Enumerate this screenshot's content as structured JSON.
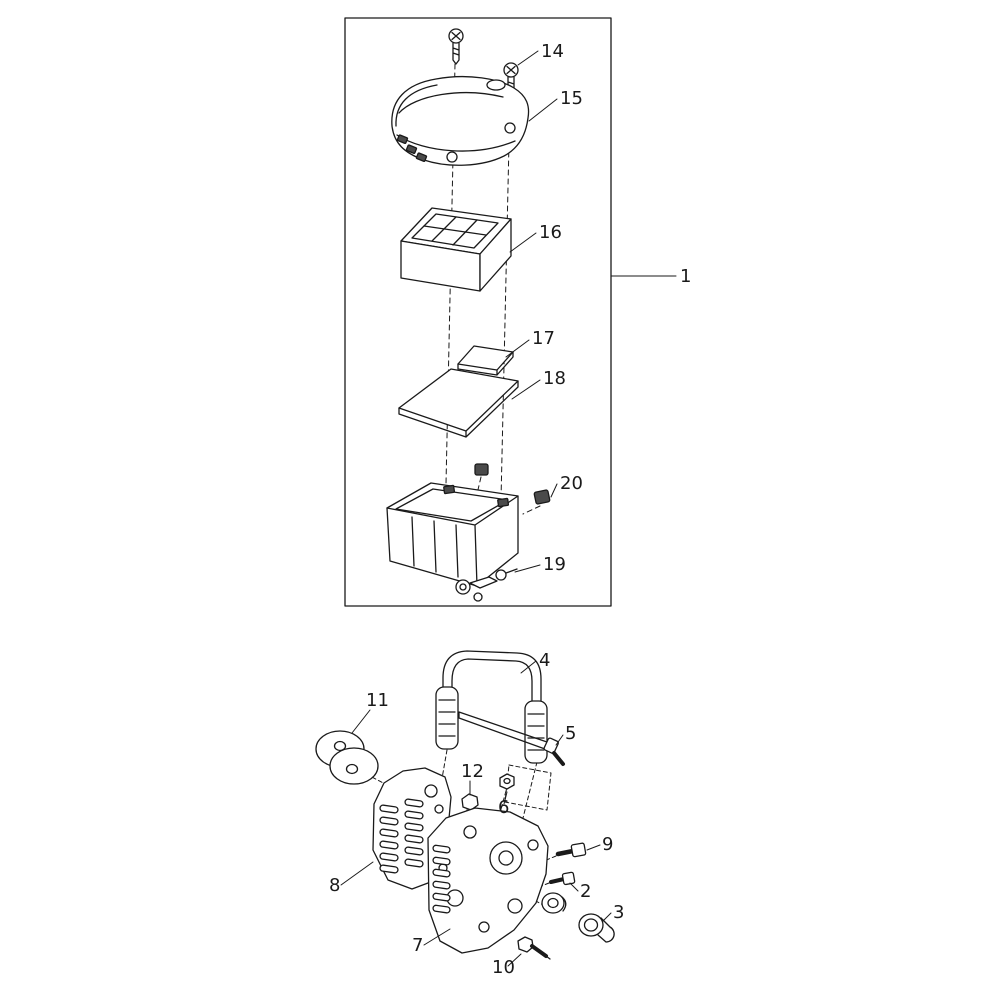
{
  "page": {
    "background": "#ffffff",
    "ink": "#1a1a1a"
  },
  "upper_assembly": {
    "description_visible": false,
    "callouts": {
      "c1": "1",
      "c14": "14",
      "c15": "15",
      "c16": "16",
      "c17": "17",
      "c18": "18",
      "c19": "19",
      "c20": "20"
    }
  },
  "lower_assembly": {
    "callouts": {
      "c2": "2",
      "c3": "3",
      "c4": "4",
      "c5": "5",
      "c6": "6",
      "c7": "7",
      "c8": "8",
      "c9": "9",
      "c10": "10",
      "c11": "11",
      "c12": "12"
    }
  }
}
